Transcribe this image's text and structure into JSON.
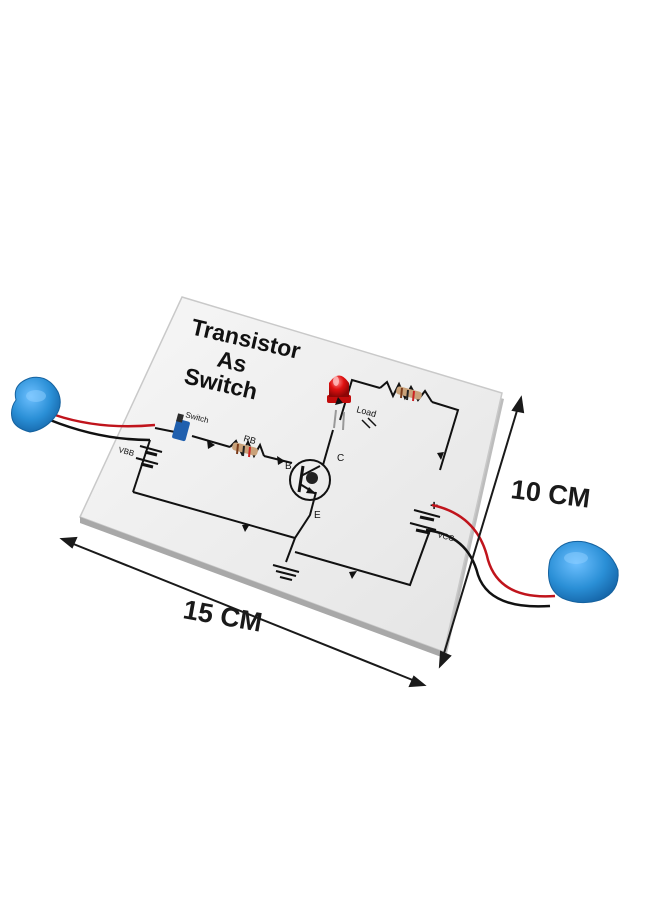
{
  "board": {
    "title_line1": "Transistor",
    "title_line2": "As",
    "title_line3": "Switch"
  },
  "labels": {
    "switch": "Switch",
    "rb": "RB",
    "load": "Load",
    "base": "B",
    "collector": "C",
    "emitter": "E",
    "vbb": "VBB",
    "vcc": "VCC",
    "plus": "+"
  },
  "dimensions": {
    "height": "10 CM",
    "width": "15 CM"
  },
  "colors": {
    "board": "#f2f2f2",
    "battery_clip": "#2a8fd6",
    "led": "#e01010",
    "wire_red": "#c0141c",
    "wire_black": "#111111"
  }
}
